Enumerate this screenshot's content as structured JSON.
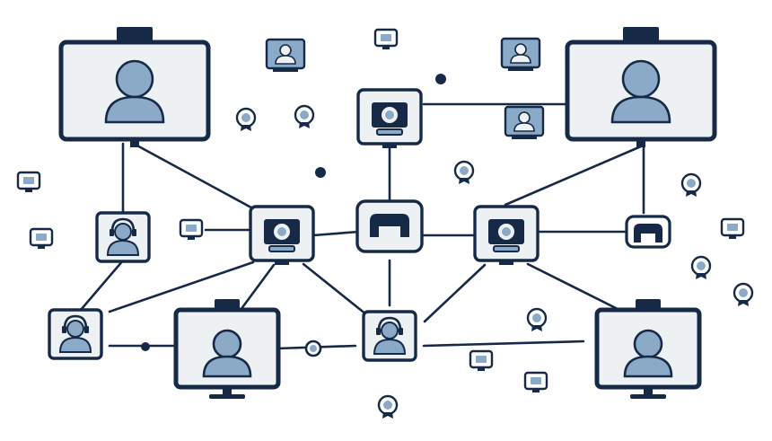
{
  "diagram": {
    "colors": {
      "outline": "#162a47",
      "accent": "#8aaac8",
      "screen": "#eef1f4",
      "background": "#ffffff"
    },
    "node_types": {
      "monitor": "monitor-with-user-avatar",
      "webcam": "webcam-tile",
      "headset": "headset-user-tile",
      "hub": "headset-hub",
      "connector": "connector-node",
      "glyph": "small-decorative-icon"
    }
  }
}
